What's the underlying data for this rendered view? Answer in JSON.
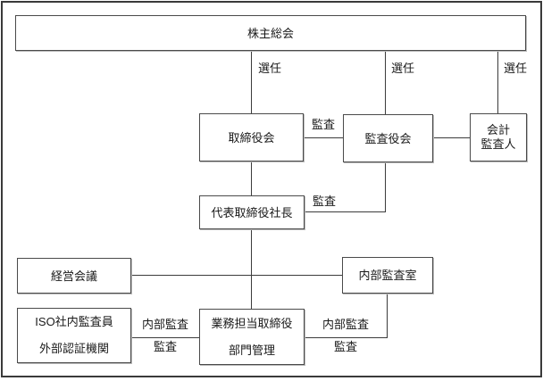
{
  "nodes": {
    "shareholders": {
      "label": "株主総会"
    },
    "board": {
      "label": "取締役会"
    },
    "audit_board": {
      "label": "監査役会"
    },
    "accounting_auditor": {
      "line1": "会計",
      "line2": "監査人"
    },
    "president": {
      "label": "代表取締役社長"
    },
    "management_council": {
      "label": "経営会議"
    },
    "internal_audit_office": {
      "label": "内部監査室"
    },
    "iso_auditors": {
      "line1": "ISO社内監査員",
      "line2": "外部認証機関"
    },
    "operating_directors": {
      "line1": "業務担当取締役",
      "line2": "部門管理"
    }
  },
  "edge_labels": {
    "appointment_1": "選任",
    "appointment_2": "選任",
    "appointment_3": "選任",
    "audit_board_to_directors": "監査",
    "audit_board_to_president": "監査",
    "left_internal_audit": "内部監査",
    "left_audit": "監査",
    "right_internal_audit": "内部監査",
    "right_audit": "監査"
  },
  "colors": {
    "line": "#3b3b3b",
    "border": "#4a4a4a",
    "text": "#1a1a1a",
    "background": "#ffffff"
  }
}
